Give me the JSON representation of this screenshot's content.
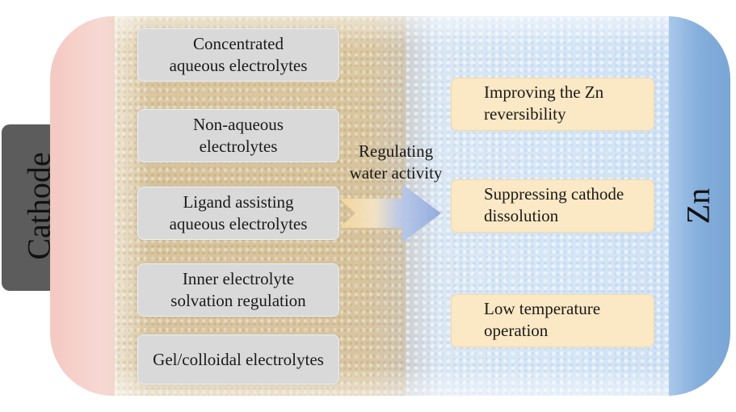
{
  "electrodes": {
    "cathode": "Cathode",
    "anode": "Zn"
  },
  "strategies": [
    {
      "line1": "Concentrated",
      "line2": "aqueous electrolytes"
    },
    {
      "line1": "Non-aqueous",
      "line2": "electrolytes"
    },
    {
      "line1": "Ligand assisting",
      "line2": "aqueous electrolytes"
    },
    {
      "line1": "Inner electrolyte",
      "line2": "solvation regulation"
    },
    {
      "line1": "Gel/colloidal electrolytes",
      "line2": ""
    }
  ],
  "arrow": {
    "line1": "Regulating",
    "line2": "water activity"
  },
  "benefits": [
    {
      "line1": "Improving the Zn",
      "line2": "reversibility"
    },
    {
      "line1": "Suppressing cathode",
      "line2": "dissolution"
    },
    {
      "line1": "Low temperature",
      "line2": "operation"
    }
  ],
  "colors": {
    "terminal": "#5c5c5c",
    "cathode": "#f4c9c2",
    "electrolyte_left": "#d6c29a",
    "electrolyte_right": "#d6e6f6",
    "zn": "#84aedb",
    "strategy_box": "#d9d9d9",
    "benefit_box": "#fbe8c4"
  }
}
